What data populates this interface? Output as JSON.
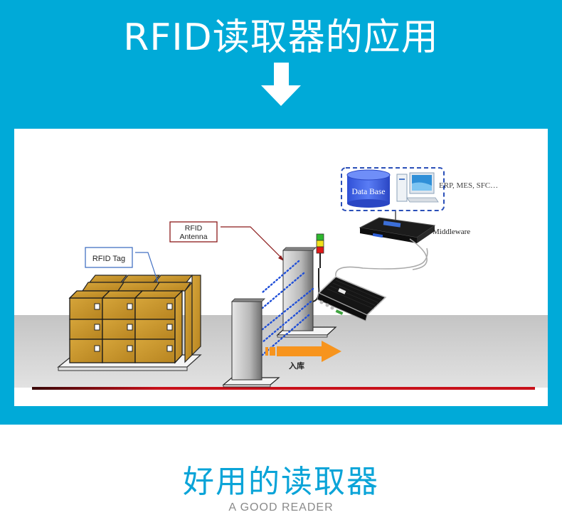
{
  "header": {
    "title": "RFID读取器的应用",
    "arrow_icon": "arrow-down-icon"
  },
  "diagram": {
    "labels": {
      "database": "Data Base",
      "systems": "ERP, MES, SFC…",
      "middleware": "Middleware",
      "antenna_line1": "RFID",
      "antenna_line2": "Antenna",
      "tag": "RFID Tag",
      "direction": "入库"
    },
    "colors": {
      "band": "#00aad8",
      "floor_line": "#c8111b",
      "arrow": "#f7941d",
      "tag_callout": "#4472c4",
      "antenna_callout": "#8b1a1a",
      "database": "#3b5ee8",
      "box": "#c9962a",
      "signal_dots": "#1f4fd8"
    },
    "signal_light": [
      "green",
      "yellow",
      "red"
    ]
  },
  "footer": {
    "title_cn": "好用的读取器",
    "title_en": "A GOOD READER"
  }
}
